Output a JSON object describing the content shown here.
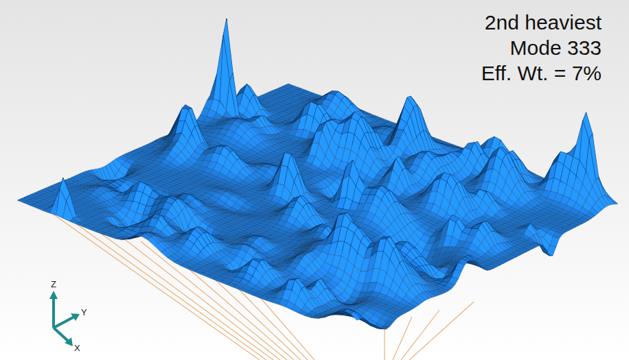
{
  "diagram": {
    "labels": [
      "2nd heaviest",
      "Mode 333",
      "Eff. Wt. = 7%",
      "Z",
      "Y",
      "X"
    ]
  }
}
